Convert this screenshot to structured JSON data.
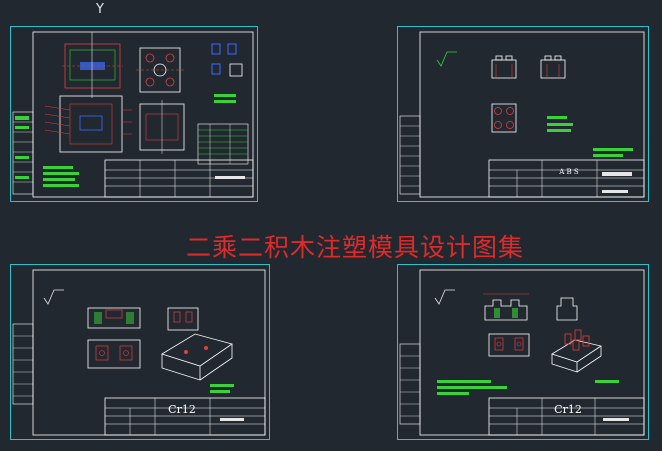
{
  "overlay_title": "二乘二积木注塑模具设计图集",
  "axis_label": "Y",
  "sheets": {
    "top_right": {
      "material": "A B S"
    },
    "bottom_left": {
      "material": "Cr12"
    },
    "bottom_right": {
      "material": "Cr12"
    }
  },
  "colors": {
    "background": "#212830",
    "frame": "#2fc0c8",
    "inner_frame": "#ffffff",
    "title_red": "#e02a2a",
    "part_red": "#e04040",
    "green": "#3ad13a",
    "blue": "#3a6cff"
  }
}
